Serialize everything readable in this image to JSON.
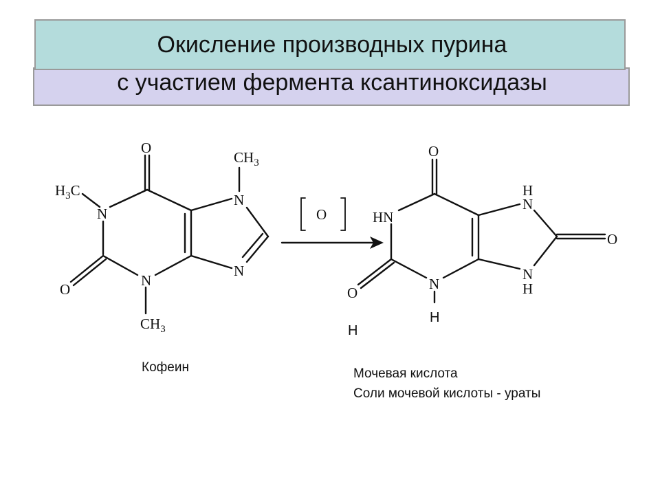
{
  "title": {
    "line1": "Окисление производных пурина",
    "line2": "с участием фермента ксантиноксидазы"
  },
  "reaction": {
    "reagent": "O"
  },
  "captions": {
    "caffeine": "Кофеин",
    "uric_acid": "Мочевая кислота",
    "urates": "Соли мочевой кислоты - ураты"
  },
  "atoms": {
    "O": "O",
    "N": "N",
    "H": "H",
    "HN": "HN",
    "CH": "CH",
    "three": "3",
    "H3C_H": "H",
    "H3C_C": "C"
  },
  "colors": {
    "title_band_top": "#b4dcdc",
    "title_band_bottom": "#d5d2ee"
  }
}
